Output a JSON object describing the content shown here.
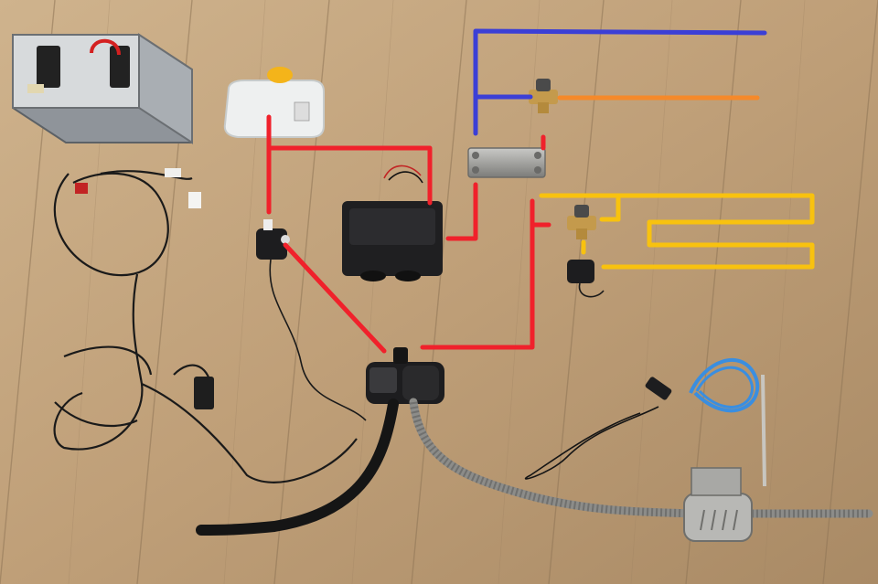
{
  "scene": {
    "colors": {
      "floor_light": "#c9ad87",
      "floor_dark": "#a88b66",
      "plank_line": "#8f7556",
      "red": "#f0212b",
      "blue": "#3b3fd6",
      "orange": "#f5892a",
      "yellow": "#f8c20f",
      "black_part": "#1d1d1f",
      "metal": "#9a9a96",
      "brass": "#c49a4c",
      "hose_blue": "#3a8ee0",
      "tank_white": "#eef0f0"
    },
    "objects": {
      "battery_box": "battery-box",
      "wiring_harness": "wiring-harness",
      "switch": "switch",
      "expansion_tank": "expansion-tank",
      "circulation_pump": "circulation-pump",
      "heater_fan_unit": "heater-fan-unit",
      "plate_heat_exchanger": "plate-heat-exchanger",
      "mixing_valve_top": "thermostatic-mixing-valve",
      "mixing_valve_bottom": "thermostatic-mixing-valve",
      "small_pump": "small-pump",
      "parking_heater": "parking-heater",
      "exhaust_pipe": "exhaust-pipe",
      "silencer": "exhaust-silencer",
      "fuel_line": "fuel-line",
      "fuel_pump": "fuel-pump",
      "fuel_standpipe": "fuel-standpipe"
    }
  }
}
